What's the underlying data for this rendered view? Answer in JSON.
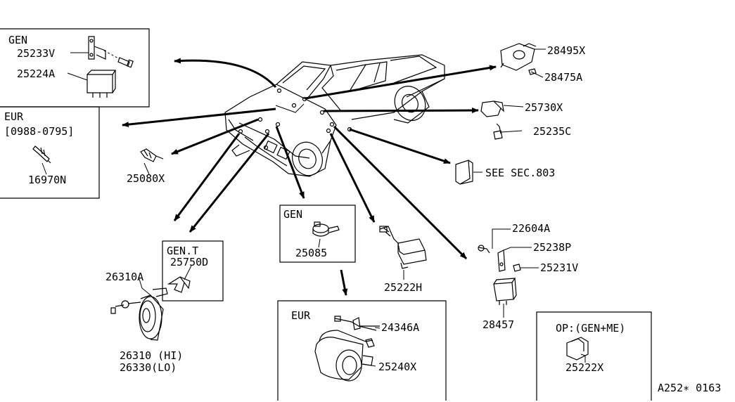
{
  "groups": {
    "gen_top": "GEN",
    "eur_left": "EUR",
    "eur_left_range": "[0988-0795]",
    "gen_center": "GEN",
    "gen_t": "GEN.T",
    "eur_bottom": "EUR",
    "op_gen_me": "OP:(GEN+ME)"
  },
  "parts": {
    "p25233V": "25233V",
    "p25224A": "25224A",
    "p16970N": "16970N",
    "p25080X": "25080X",
    "p25085": "25085",
    "p25750D": "25750D",
    "p26310A": "26310A",
    "p26310": "26310 (HI)",
    "p26330": "26330(LO)",
    "p24346A": "24346A",
    "p25240X": "25240X",
    "p25222H": "25222H",
    "p28495X": "28495X",
    "p28475A": "28475A",
    "p25730X": "25730X",
    "p25235C": "25235C",
    "see_sec": "SEE SEC.803",
    "p22604A": "22604A",
    "p25238P": "25238P",
    "p25231V": "25231V",
    "p28457": "28457",
    "p25222X": "25222X"
  },
  "reference": "A252∗ 0163"
}
